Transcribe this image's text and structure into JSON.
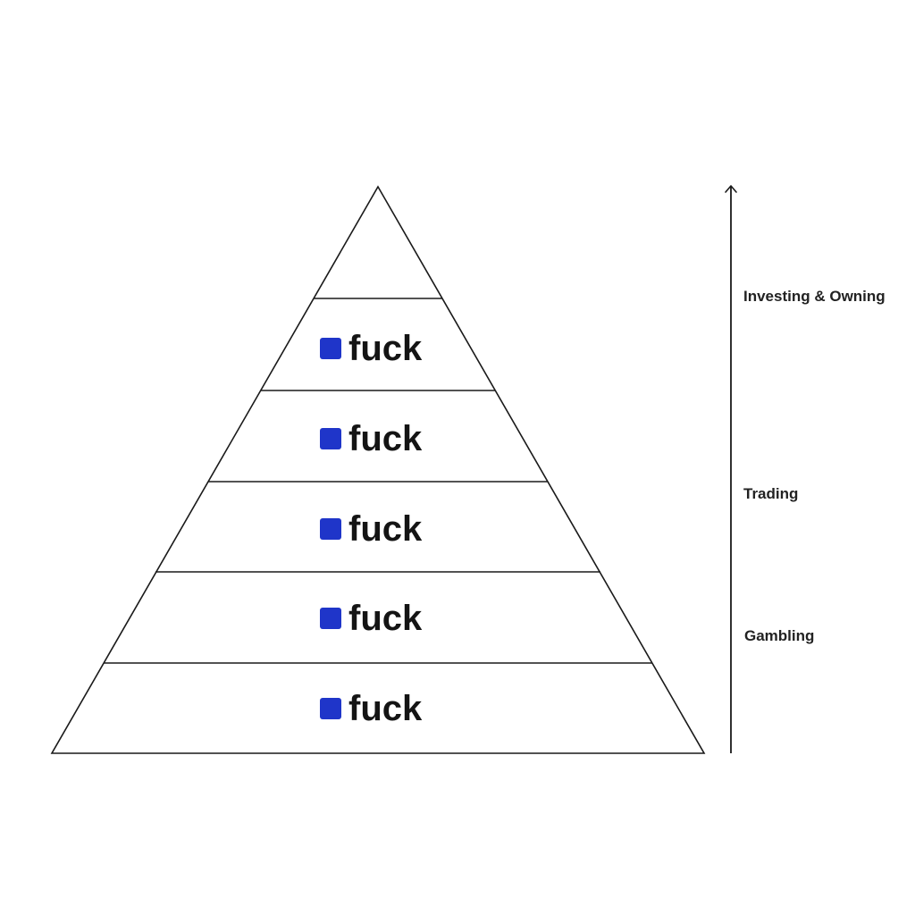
{
  "pyramid": {
    "marker_color": "#1f35c9",
    "tiers": [
      {
        "label": ""
      },
      {
        "label": "fuck"
      },
      {
        "label": "fuck"
      },
      {
        "label": "fuck"
      },
      {
        "label": "fuck"
      },
      {
        "label": "fuck"
      }
    ]
  },
  "scale": {
    "direction": "up",
    "labels": [
      "Investing & Owning",
      "Trading",
      "Gambling"
    ]
  }
}
